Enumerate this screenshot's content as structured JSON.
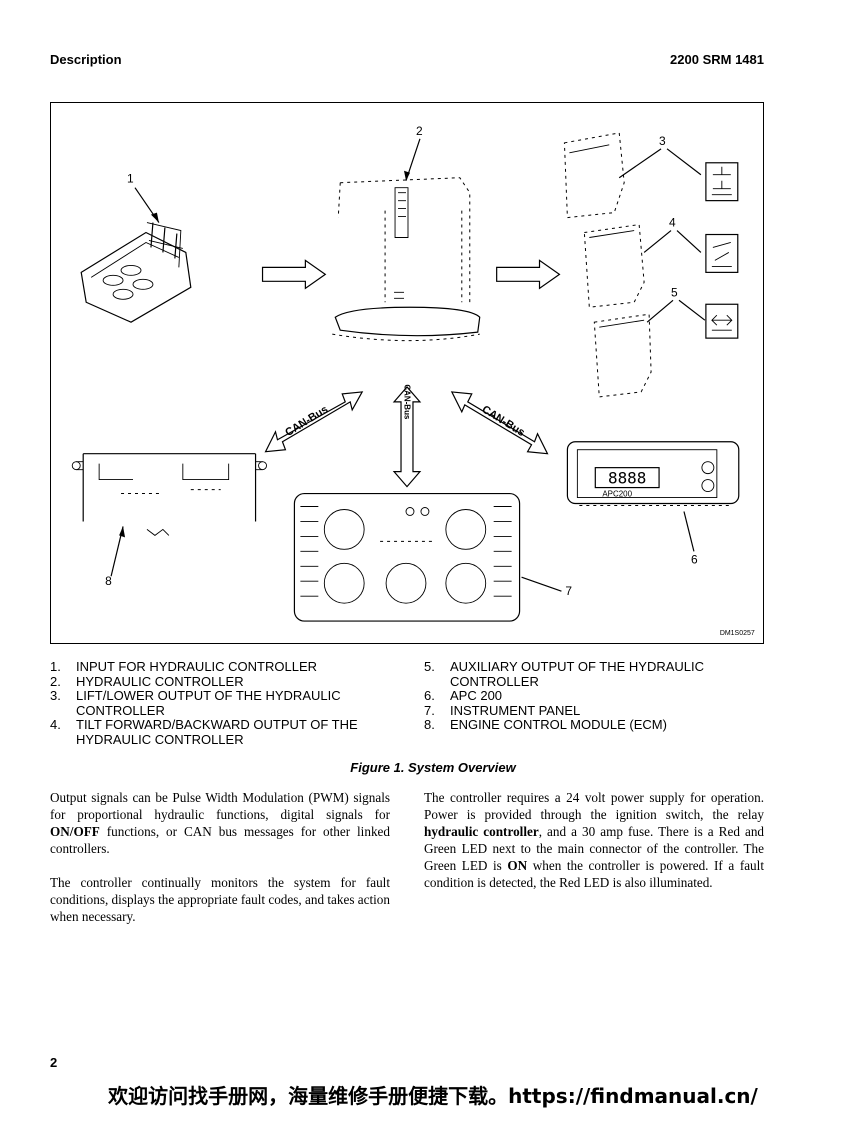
{
  "header": {
    "section": "Description",
    "doc_id": "2200 SRM 1481"
  },
  "figure": {
    "callouts": [
      "1",
      "2",
      "3",
      "4",
      "5",
      "6",
      "7",
      "8"
    ],
    "bus_labels": {
      "left": "CAN-Bus",
      "center": "CAN-Bus",
      "right": "CAN-Bus"
    },
    "apc_label": "APC200",
    "apc_display": "8888",
    "figure_code": "DM1S0257"
  },
  "legend": {
    "left": [
      {
        "num": "1.",
        "text": "INPUT FOR HYDRAULIC CONTROLLER"
      },
      {
        "num": "2.",
        "text": "HYDRAULIC CONTROLLER"
      },
      {
        "num": "3.",
        "text": "LIFT/LOWER OUTPUT OF THE HYDRAULIC CONTROLLER"
      },
      {
        "num": "4.",
        "text": "TILT FORWARD/BACKWARD OUTPUT OF THE HYDRAULIC CONTROLLER"
      }
    ],
    "right": [
      {
        "num": "5.",
        "text": "AUXILIARY OUTPUT OF THE HYDRAULIC CONTROLLER"
      },
      {
        "num": "6.",
        "text": "APC 200"
      },
      {
        "num": "7.",
        "text": "INSTRUMENT PANEL"
      },
      {
        "num": "8.",
        "text": "ENGINE CONTROL MODULE (ECM)"
      }
    ]
  },
  "caption": "Figure 1. System Overview",
  "body": {
    "left_p1": {
      "a": "Output signals can be Pulse Width Modulation (PWM) signals for proportional hydraulic functions, digital signals for ",
      "b": "ON/OFF",
      "c": " functions, or CAN bus messages for other linked controllers."
    },
    "left_p2": "The controller continually monitors the system for fault conditions, displays the appropriate fault codes, and takes action when necessary.",
    "right_p1": {
      "a": "The controller requires a 24 volt power supply for operation. Power is provided through the ignition switch, the relay ",
      "b": "hydraulic controller",
      "c": ", and a 30 amp fuse. There is a Red and Green LED next to the main connector of the controller. The Green LED is ",
      "d": "ON",
      "e": " when the controller is powered. If a fault condition is detected, the Red LED is also illuminated."
    }
  },
  "page_number": "2",
  "footer": "欢迎访问找手册网，海量维修手册便捷下载。https://findmanual.cn/"
}
